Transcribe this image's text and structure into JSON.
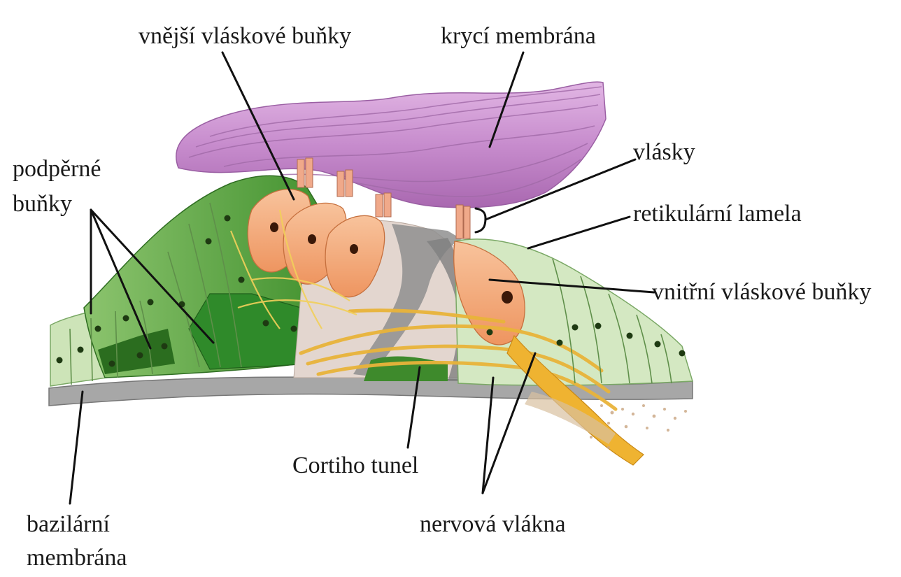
{
  "labels": {
    "outer_hair_cells": "vnější vláskové buňky",
    "tectorial_membrane": "krycí membrána",
    "hairs": "vlásky",
    "supporting_cells_line1": "podpěrné",
    "supporting_cells_line2": "buňky",
    "reticular_lamina": "retikulární lamela",
    "inner_hair_cells": "vnitřní vláskové buňky",
    "tunnel_of_corti": "Cortiho tunel",
    "basilar_membrane_line1": "bazilární",
    "basilar_membrane_line2": "membrána",
    "nerve_fibers": "nervová vlákna"
  },
  "colors": {
    "tectorial": "#c98fcf",
    "supporting_green": "#4f9a3a",
    "light_green": "#cfe5bb",
    "hair_cell_orange": "#f3a878",
    "nerve_yellow": "#f0b52a",
    "basilar_gray": "#9a9a9a"
  }
}
